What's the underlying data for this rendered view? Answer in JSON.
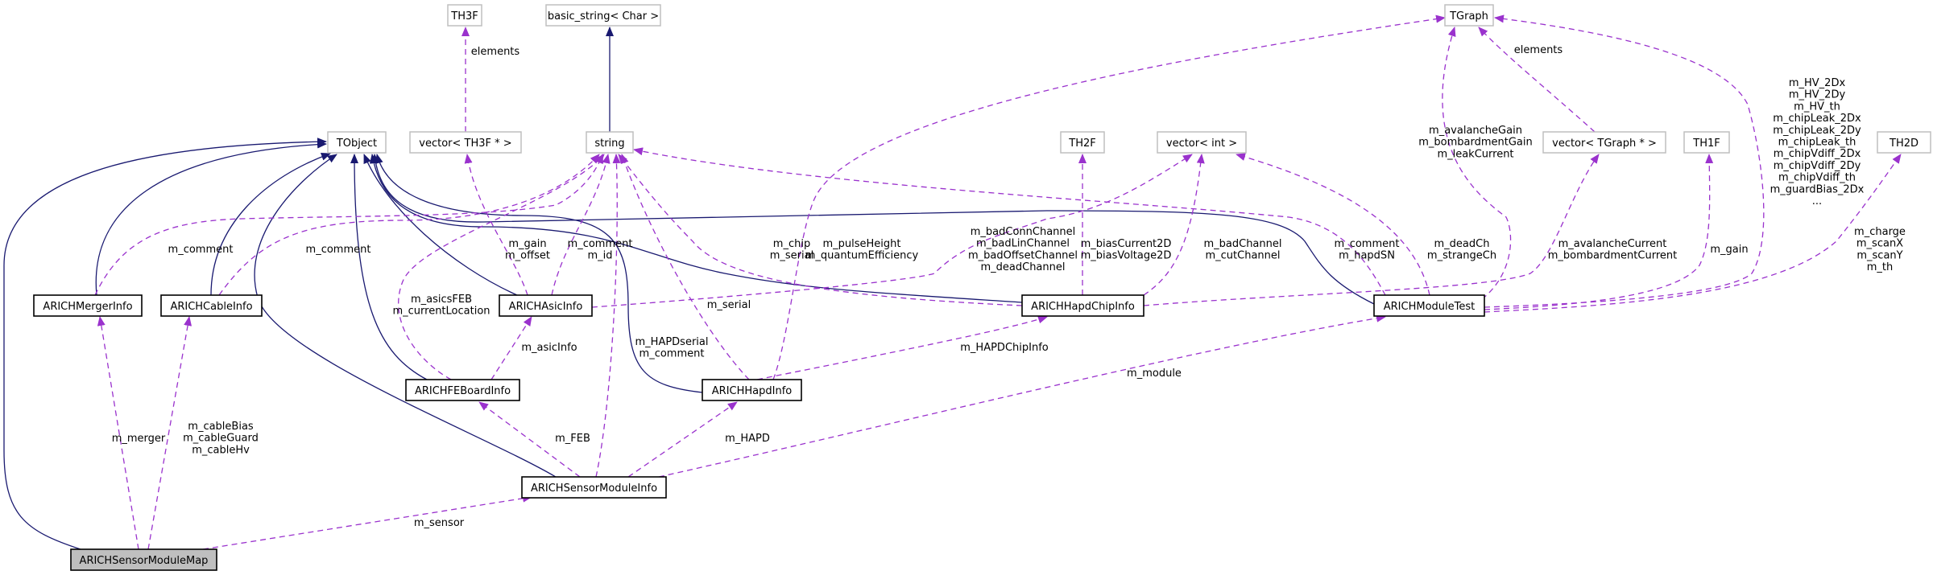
{
  "colors": {
    "inheritance": "#191970",
    "usage": "#9a32cd",
    "external_border": "#bfbfbf",
    "class_border": "#000000",
    "focus_fill": "#bfbfbf"
  },
  "nodes": [
    {
      "id": "TH3F",
      "label": "TH3F",
      "kind": "external"
    },
    {
      "id": "basic_string",
      "label": "basic_string< Char >",
      "kind": "external"
    },
    {
      "id": "TGraph",
      "label": "TGraph",
      "kind": "external"
    },
    {
      "id": "TObject",
      "label": "TObject",
      "kind": "external"
    },
    {
      "id": "vecTH3F",
      "label": "vector< TH3F * >",
      "kind": "external"
    },
    {
      "id": "string",
      "label": "string",
      "kind": "external"
    },
    {
      "id": "TH2F",
      "label": "TH2F",
      "kind": "external"
    },
    {
      "id": "vecint",
      "label": "vector< int >",
      "kind": "external"
    },
    {
      "id": "vecTGraph",
      "label": "vector< TGraph * >",
      "kind": "external"
    },
    {
      "id": "TH1F",
      "label": "TH1F",
      "kind": "external"
    },
    {
      "id": "TH2D",
      "label": "TH2D",
      "kind": "external"
    },
    {
      "id": "MergerInfo",
      "label": "ARICHMergerInfo",
      "kind": "class"
    },
    {
      "id": "CableInfo",
      "label": "ARICHCableInfo",
      "kind": "class"
    },
    {
      "id": "AsicInfo",
      "label": "ARICHAsicInfo",
      "kind": "class"
    },
    {
      "id": "HapdChipInfo",
      "label": "ARICHHapdChipInfo",
      "kind": "class"
    },
    {
      "id": "ModuleTest",
      "label": "ARICHModuleTest",
      "kind": "class"
    },
    {
      "id": "FEBoardInfo",
      "label": "ARICHFEBoardInfo",
      "kind": "class"
    },
    {
      "id": "HapdInfo",
      "label": "ARICHHapdInfo",
      "kind": "class"
    },
    {
      "id": "SensorModuleInfo",
      "label": "ARICHSensorModuleInfo",
      "kind": "class"
    },
    {
      "id": "SensorModuleMap",
      "label": "ARICHSensorModuleMap",
      "kind": "focus"
    }
  ],
  "edges": [
    {
      "id": "e1",
      "from": "SensorModuleMap",
      "to": "TObject",
      "kind": "inheritance",
      "labels": []
    },
    {
      "id": "e2",
      "from": "MergerInfo",
      "to": "TObject",
      "kind": "inheritance",
      "labels": []
    },
    {
      "id": "e3",
      "from": "CableInfo",
      "to": "TObject",
      "kind": "inheritance",
      "labels": []
    },
    {
      "id": "e4",
      "from": "FEBoardInfo",
      "to": "TObject",
      "kind": "inheritance",
      "labels": []
    },
    {
      "id": "e5",
      "from": "SensorModuleInfo",
      "to": "TObject",
      "kind": "inheritance",
      "labels": []
    },
    {
      "id": "e6",
      "from": "AsicInfo",
      "to": "TObject",
      "kind": "inheritance",
      "labels": []
    },
    {
      "id": "e7",
      "from": "HapdChipInfo",
      "to": "TObject",
      "kind": "inheritance",
      "labels": []
    },
    {
      "id": "e8",
      "from": "ModuleTest",
      "to": "TObject",
      "kind": "inheritance",
      "labels": []
    },
    {
      "id": "e9",
      "from": "HapdInfo",
      "to": "TObject",
      "kind": "inheritance",
      "labels": []
    },
    {
      "id": "e10",
      "from": "string",
      "to": "basic_string",
      "kind": "inheritance",
      "labels": []
    },
    {
      "id": "u1",
      "from": "vecTH3F",
      "to": "TH3F",
      "kind": "usage",
      "labels": [
        "elements"
      ]
    },
    {
      "id": "u2",
      "from": "vecTGraph",
      "to": "TGraph",
      "kind": "usage",
      "labels": [
        "elements"
      ]
    },
    {
      "id": "u3",
      "from": "MergerInfo",
      "to": "string",
      "kind": "usage",
      "labels": [
        "m_comment"
      ]
    },
    {
      "id": "u4",
      "from": "CableInfo",
      "to": "string",
      "kind": "usage",
      "labels": [
        "m_comment"
      ]
    },
    {
      "id": "u5",
      "from": "AsicInfo",
      "to": "vecTH3F",
      "kind": "usage",
      "labels": [
        "m_gain",
        "m_offset"
      ]
    },
    {
      "id": "u6",
      "from": "AsicInfo",
      "to": "string",
      "kind": "usage",
      "labels": [
        "m_comment",
        "m_id"
      ]
    },
    {
      "id": "u7",
      "from": "FEBoardInfo",
      "to": "string",
      "kind": "usage",
      "labels": [
        "m_asicsFEB",
        "m_currentLocation"
      ]
    },
    {
      "id": "u8",
      "from": "FEBoardInfo",
      "to": "AsicInfo",
      "kind": "usage",
      "labels": [
        "m_asicInfo"
      ]
    },
    {
      "id": "u9",
      "from": "AsicInfo",
      "to": "vecint",
      "kind": "usage",
      "labels": [
        "m_badConnChannel",
        "m_badLinChannel",
        "m_badOffsetChannel",
        "m_deadChannel"
      ]
    },
    {
      "id": "u10",
      "from": "HapdChipInfo",
      "to": "string",
      "kind": "usage",
      "labels": [
        "m_chip",
        "m_serial"
      ]
    },
    {
      "id": "u11",
      "from": "HapdChipInfo",
      "to": "TH2F",
      "kind": "usage",
      "labels": [
        "m_biasCurrent2D",
        "m_biasVoltage2D"
      ]
    },
    {
      "id": "u12",
      "from": "HapdChipInfo",
      "to": "vecint",
      "kind": "usage",
      "labels": [
        "m_badChannel",
        "m_cutChannel"
      ]
    },
    {
      "id": "u13",
      "from": "ModuleTest",
      "to": "string",
      "kind": "usage",
      "labels": [
        "m_comment",
        "m_hapdSN"
      ]
    },
    {
      "id": "u14",
      "from": "ModuleTest",
      "to": "vecint",
      "kind": "usage",
      "labels": [
        "m_deadCh",
        "m_strangeCh"
      ]
    },
    {
      "id": "u15",
      "from": "ModuleTest",
      "to": "TGraph",
      "kind": "usage",
      "labels": [
        "m_avalancheGain",
        "m_bombardmentGain",
        "m_leakCurrent"
      ]
    },
    {
      "id": "u16",
      "from": "HapdChipInfo",
      "to": "vecTGraph",
      "kind": "usage",
      "labels": [
        "m_avalancheCurrent",
        "m_bombardmentCurrent"
      ]
    },
    {
      "id": "u17",
      "from": "ModuleTest",
      "to": "TH1F",
      "kind": "usage",
      "labels": [
        "m_gain"
      ]
    },
    {
      "id": "u18",
      "from": "ModuleTest",
      "to": "TGraph",
      "kind": "usage",
      "labels": [
        "m_HV_2Dx",
        "m_HV_2Dy",
        "m_HV_th",
        "m_chipLeak_2Dx",
        "m_chipLeak_2Dy",
        "m_chipLeak_th",
        "m_chipVdiff_2Dx",
        "m_chipVdiff_2Dy",
        "m_chipVdiff_th",
        "m_guardBias_2Dx",
        "..."
      ]
    },
    {
      "id": "u19",
      "from": "ModuleTest",
      "to": "TH2D",
      "kind": "usage",
      "labels": [
        "m_charge",
        "m_scanX",
        "m_scanY",
        "m_th"
      ]
    },
    {
      "id": "u20",
      "from": "HapdInfo",
      "to": "TGraph",
      "kind": "usage",
      "labels": [
        "m_pulseHeight",
        "m_quantumEfficiency"
      ]
    },
    {
      "id": "u21",
      "from": "HapdInfo",
      "to": "string",
      "kind": "usage",
      "labels": [
        "m_serial"
      ]
    },
    {
      "id": "u22",
      "from": "HapdInfo",
      "to": "HapdChipInfo",
      "kind": "usage",
      "labels": [
        "m_HAPDChipInfo"
      ]
    },
    {
      "id": "u23",
      "from": "SensorModuleInfo",
      "to": "FEBoardInfo",
      "kind": "usage",
      "labels": [
        "m_FEB"
      ]
    },
    {
      "id": "u24",
      "from": "SensorModuleInfo",
      "to": "HapdInfo",
      "kind": "usage",
      "labels": [
        "m_HAPD"
      ]
    },
    {
      "id": "u25",
      "from": "SensorModuleInfo",
      "to": "string",
      "kind": "usage",
      "labels": [
        "m_HAPDserial",
        "m_comment"
      ]
    },
    {
      "id": "u26",
      "from": "SensorModuleInfo",
      "to": "ModuleTest",
      "kind": "usage",
      "labels": [
        "m_module"
      ]
    },
    {
      "id": "u27",
      "from": "SensorModuleMap",
      "to": "MergerInfo",
      "kind": "usage",
      "labels": [
        "m_merger"
      ]
    },
    {
      "id": "u28",
      "from": "SensorModuleMap",
      "to": "CableInfo",
      "kind": "usage",
      "labels": [
        "m_cableBias",
        "m_cableGuard",
        "m_cableHv"
      ]
    },
    {
      "id": "u29",
      "from": "SensorModuleMap",
      "to": "SensorModuleInfo",
      "kind": "usage",
      "labels": [
        "m_sensor"
      ]
    }
  ]
}
